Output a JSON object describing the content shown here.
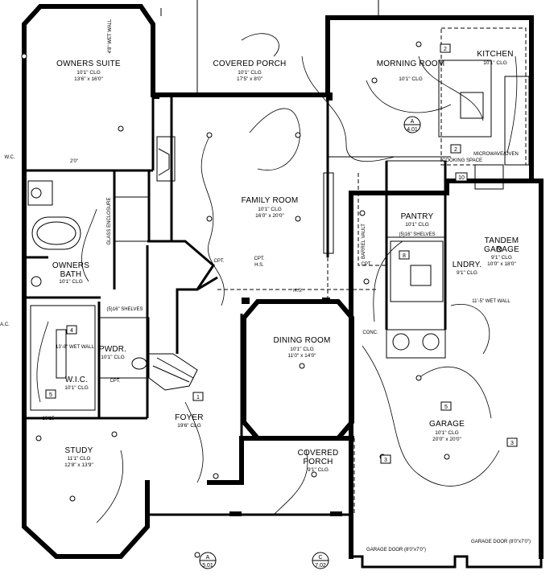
{
  "rooms": {
    "owners_suite": {
      "name": "OWNERS SUITE",
      "ceiling": "10'1\" CLG",
      "size": "13'6\" x 16'0\""
    },
    "covered_porch_top": {
      "name": "COVERED PORCH",
      "ceiling": "10'1\" CLG",
      "size": "17'5\" x 8'0\""
    },
    "morning_room": {
      "name": "MORNING ROOM",
      "ceiling": "10'1\" CLG"
    },
    "kitchen": {
      "name": "KITCHEN",
      "ceiling": "10'1\" CLG"
    },
    "family_room": {
      "name": "FAMILY ROOM",
      "ceiling": "10'1\" CLG",
      "size": "16'0\" x 20'0\""
    },
    "pantry": {
      "name": "PANTRY",
      "ceiling": "10'1\" CLG"
    },
    "tandem_garage": {
      "name1": "TANDEM",
      "name2": "GARAGE",
      "ceiling": "9'1\" CLG",
      "size": "10'0\" x 18'0\""
    },
    "lndry": {
      "name": "LNDRY.",
      "ceiling": "9'1\" CLG"
    },
    "owners_bath": {
      "name1": "OWNERS",
      "name2": "BATH",
      "ceiling": "10'1\" CLG"
    },
    "dining_room": {
      "name": "DINING ROOM",
      "ceiling": "10'1\" CLG",
      "size": "11'0\" x 14'0\""
    },
    "pwdr": {
      "name": "PWDR.",
      "ceiling": "10'1\" CLG"
    },
    "wic": {
      "name": "W.I.C.",
      "ceiling": "10'1\" CLG"
    },
    "foyer": {
      "name": "FOYER",
      "ceiling": "19'6\" CLG"
    },
    "study": {
      "name": "STUDY",
      "ceiling": "11'1\" CLG",
      "size": "12'8\" x 13'9\""
    },
    "covered_porch_bottom": {
      "name1": "COVERED",
      "name2": "PORCH",
      "ceiling": "9'1\" CLG"
    },
    "garage": {
      "name": "GARAGE",
      "ceiling": "10'1\" CLG",
      "size": "20'0\" x 20'0\""
    }
  },
  "notes": {
    "wet_wall_top": "4'8\" WET WALL",
    "wet_wall_wic": "13'-8\" WET WALL",
    "wet_wall_garage": "11'-5\" WET WALL",
    "cpt": "CPT.",
    "hs": "H.S.",
    "conc": "CONC.",
    "shelves_5_16": "(5)16\" SHELVES",
    "shelves_5_16b": "(5)16\" SHELVES",
    "barrel_vault": "BARREL VAULT",
    "micro_oven": "MICROWAVE/OVEN",
    "cooking_space": "COOKING SPACE",
    "garage_door_left": "GARAGE DOOR (8'0\"x7'0\")",
    "garage_door_right": "GARAGE DOOR (8'0\"x7'0\")",
    "glass_enclosure": "GLASS ENCLOSURE",
    "wc": "W.C.",
    "ac": "A.C.",
    "dim_2_0": "2'0\"",
    "dim_10_15": "10/15"
  },
  "tags": {
    "t1": "1",
    "t2": "2",
    "t3": "3",
    "t4": "4",
    "t5": "5",
    "t8": "8",
    "t10": "10"
  },
  "sections": {
    "a401_top": "A",
    "a401_bot": "4.01",
    "a501_top": "A",
    "a501_bot": "5.01",
    "c702_top": "C",
    "c702_bot": "7.02"
  }
}
